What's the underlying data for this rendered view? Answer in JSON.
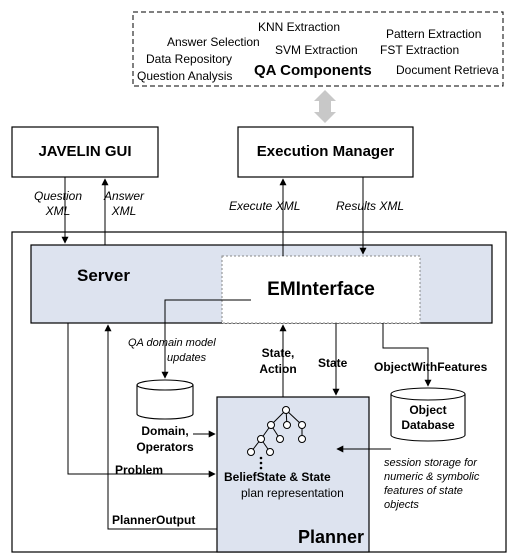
{
  "qa_components": {
    "title": "QA Components",
    "items": [
      "KNN Extraction",
      "Pattern Extraction",
      "Answer Selection",
      "SVM Extraction",
      "FST Extraction",
      "Data Repository",
      "Question Analysis",
      "Document Retrieva"
    ]
  },
  "boxes": {
    "javelin_gui": "JAVELIN GUI",
    "execution_manager": "Execution Manager",
    "server": "Server",
    "eminterface": "EMInterface",
    "planner": "Planner"
  },
  "arrows": {
    "question_xml": [
      "Question",
      "XML"
    ],
    "answer_xml": [
      "Answer",
      "XML"
    ],
    "execute_xml": "Execute XML",
    "results_xml": "Results XML",
    "qa_updates": [
      "QA domain model",
      "updates"
    ],
    "state_action": [
      "State,",
      "Action"
    ],
    "state": "State",
    "object_with_features": "ObjectWithFeatures",
    "problem": "Problem",
    "planner_output": "PlannerOutput"
  },
  "stores": {
    "domain_operators": [
      "Domain,",
      "Operators"
    ],
    "object_database": [
      "Object",
      "Database"
    ],
    "session_note": [
      "session storage for",
      "numeric & symbolic",
      "features of state",
      "objects"
    ]
  },
  "belief": {
    "title": "BeliefState & State",
    "sub": "plan representation"
  }
}
